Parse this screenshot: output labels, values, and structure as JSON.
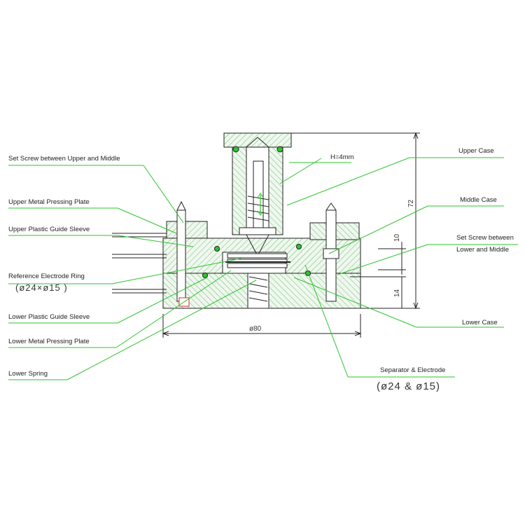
{
  "labels": {
    "set_screw_upper_middle": "Set Screw between Upper and Middle",
    "upper_metal_pressing_plate": "Upper Metal Pressing Plate",
    "upper_plastic_guide_sleeve": "Upper Plastic Guide Sleeve",
    "reference_electrode_ring": "Reference Electrode Ring",
    "reference_electrode_ring_size": "(ø24×ø15  )",
    "lower_plastic_guide_sleeve": "Lower Plastic Guide Sleeve",
    "lower_metal_pressing_plate": "Lower Metal Pressing Plate",
    "lower_spring": "Lower Spring",
    "upper_case": "Upper Case",
    "h_dimension": "H=4mm",
    "middle_case": "Middle Case",
    "set_screw_lower_middle_1": "Set Screw between",
    "set_screw_lower_middle_2": "Lower and Middle",
    "lower_case": "Lower Case",
    "separator_electrode": "Separator & Electrode",
    "separator_electrode_size": "(ø24 & ø15)"
  },
  "dimensions": {
    "height_total": "72",
    "height_middle": "10",
    "height_lower": "14",
    "diameter": "ø80"
  },
  "colors": {
    "leader_lines": "#2ec42e",
    "drawing": "#222222"
  }
}
